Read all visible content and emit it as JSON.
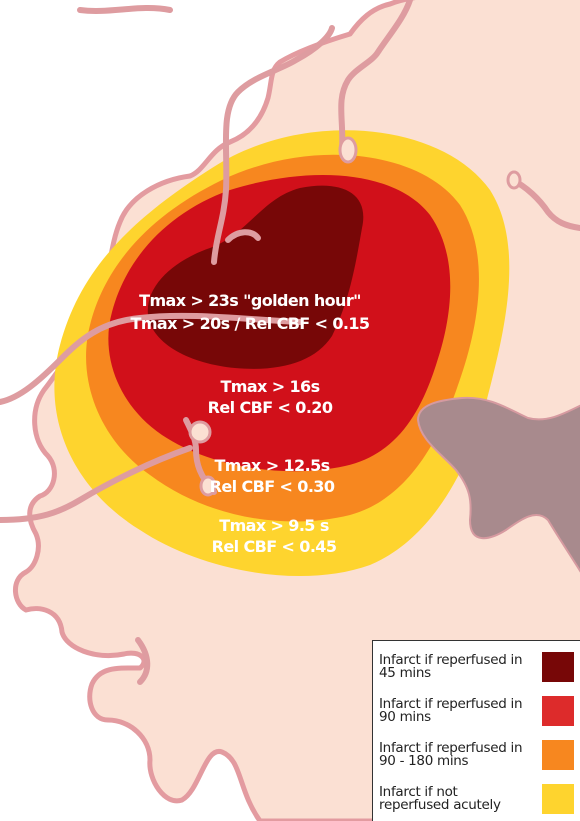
{
  "zones": [
    {
      "id": "core",
      "color": "#770707",
      "lines": [
        "Tmax > 23s \"golden hour\"",
        "Tmax > 20s / Rel CBF < 0.15"
      ]
    },
    {
      "id": "red",
      "color": "#D1101A",
      "lines": [
        "Tmax > 16s",
        "Rel CBF < 0.20"
      ]
    },
    {
      "id": "orange",
      "color": "#F7871F",
      "lines": [
        "Tmax > 12.5s",
        "Rel CBF < 0.30"
      ]
    },
    {
      "id": "yellow",
      "color": "#FED42E",
      "lines": [
        "Tmax > 9.5 s",
        "Rel CBF < 0.45"
      ]
    }
  ],
  "legend": {
    "items": [
      {
        "label": "Infarct if reperfused in 45 mins",
        "color": "#770707"
      },
      {
        "label": "Infarct if reperfused in 90 mins",
        "color": "#DD2B2B"
      },
      {
        "label": "Infarct if reperfused in 90 - 180 mins",
        "color": "#F7871F"
      },
      {
        "label": "Infarct if not reperfused acutely",
        "color": "#FED42E"
      }
    ]
  },
  "colors": {
    "brain_fill": "#FBE0D3",
    "brain_outline": "#E39BA0",
    "sulcus": "#DE9CA0",
    "ventricle": "#A88A8D"
  }
}
